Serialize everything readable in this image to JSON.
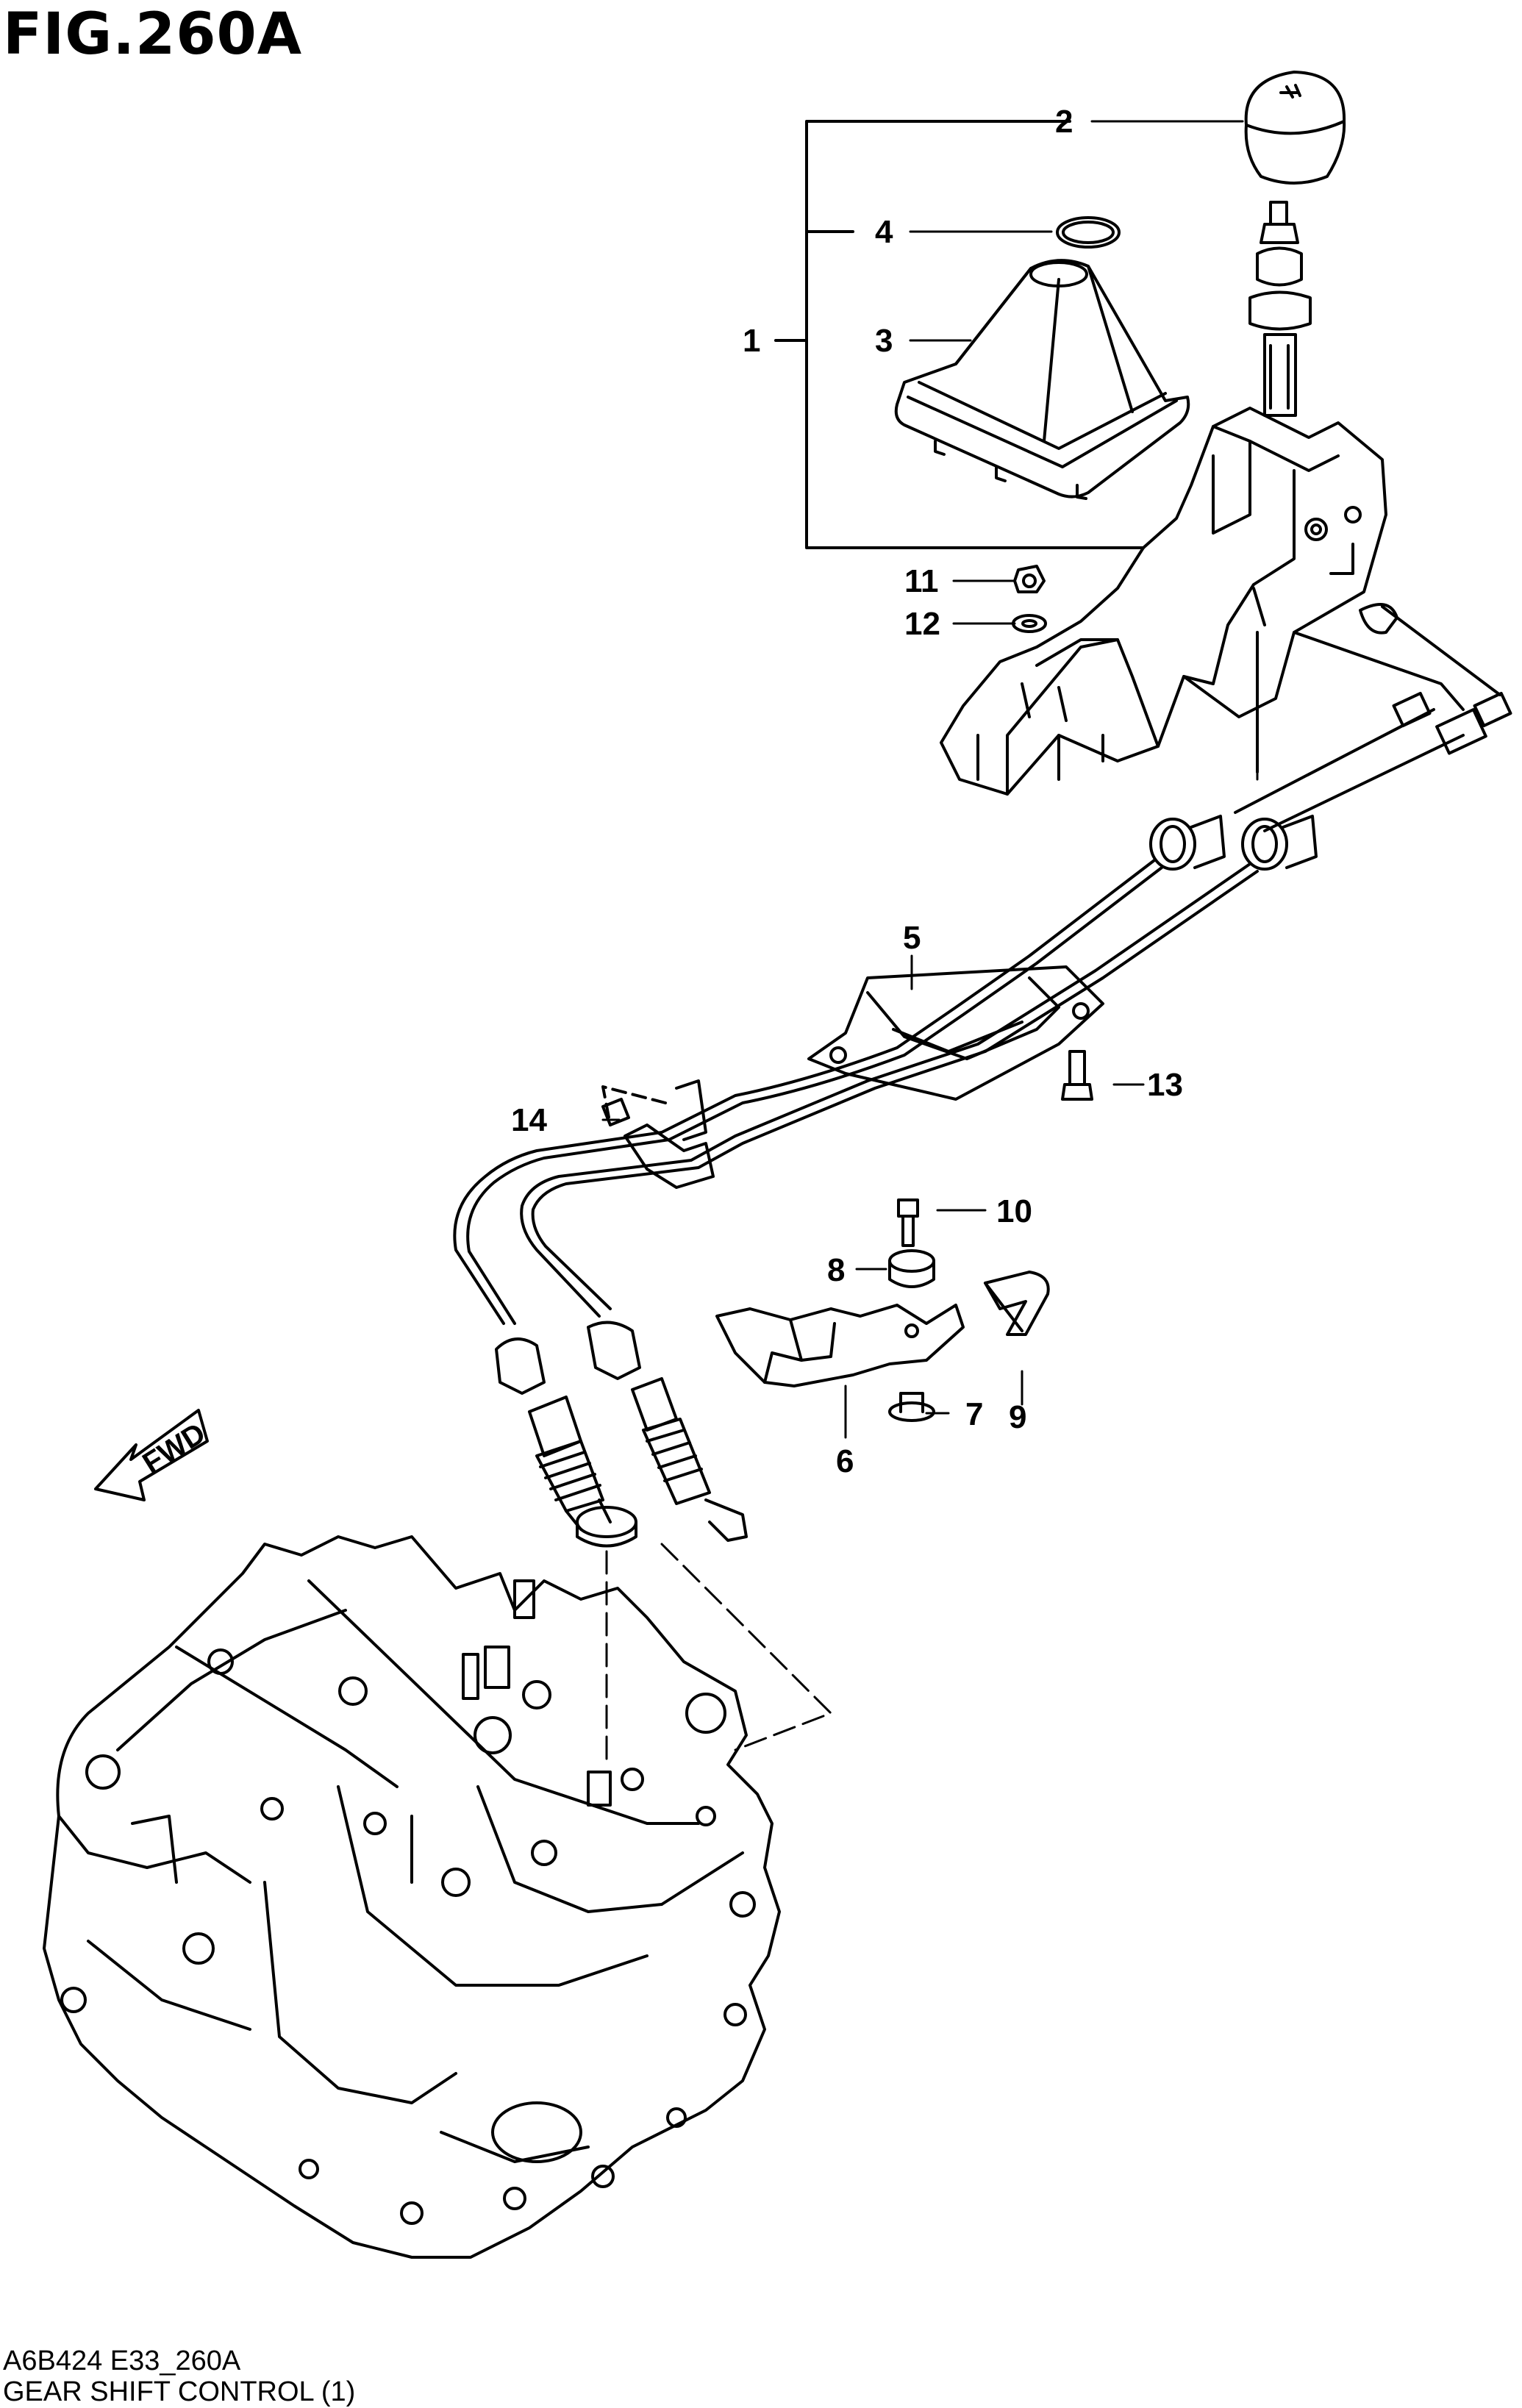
{
  "figure": {
    "title": "FIG.260A",
    "code": "A6B424 E33_260A",
    "name": "GEAR SHIFT CONTROL (1)"
  },
  "direction_arrow": {
    "label": "FWD",
    "icon": "fwd-arrow-icon"
  },
  "callouts": [
    "1",
    "2",
    "3",
    "4",
    "5",
    "6",
    "7",
    "8",
    "9",
    "10",
    "11",
    "12",
    "13",
    "14"
  ],
  "colors": {
    "line": "#000000",
    "background": "#ffffff"
  }
}
